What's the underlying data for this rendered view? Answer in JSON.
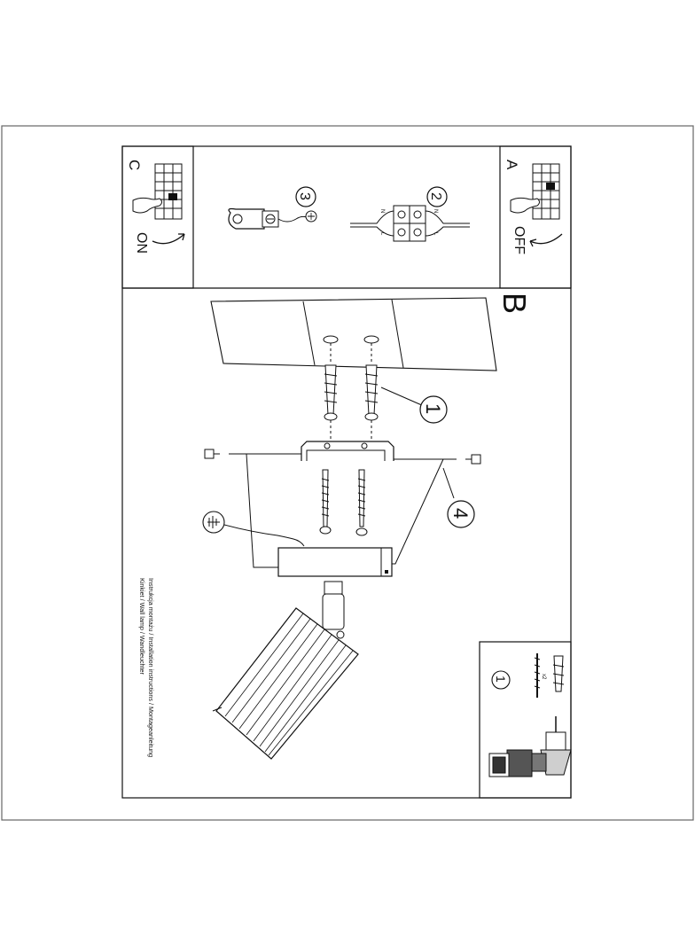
{
  "panel_a": {
    "letter": "A",
    "switch_label": "OFF"
  },
  "panel_c": {
    "letter": "C",
    "switch_label": "ON"
  },
  "panel_b": {
    "letter": "B"
  },
  "step_badges": {
    "wiring": "2",
    "earth": "3",
    "anchors": "1",
    "mount_screws": "4",
    "tools": "1"
  },
  "wiring_labels": {
    "n_left": "N",
    "l_left": "L",
    "n_right": "N",
    "l_right": "L"
  },
  "caption": {
    "line1": "Instrukcja montażu / Installation instructions / Montageanleitung",
    "line2": "Kinkiet / Wall lamp / Wandleuchter"
  },
  "tools_panel": {
    "drill_size_label": "x2"
  },
  "colors": {
    "line": "#111111",
    "fill_light": "#f2f2f2",
    "fill_mid": "#cfcfcf",
    "fill_dark": "#555555"
  }
}
